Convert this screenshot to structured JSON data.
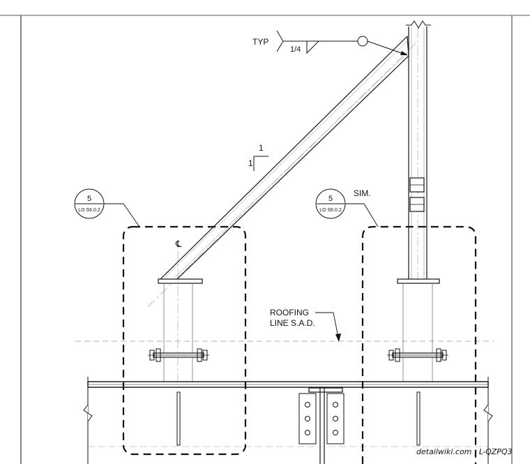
{
  "annotations": {
    "weld_typ": "TYP",
    "weld_size": "1/4",
    "slope_rise": "1",
    "slope_run": "1",
    "centerline": "℄",
    "roofing_line_1": "ROOFING",
    "roofing_line_2": "LINE S.A.D."
  },
  "detail_callouts": [
    {
      "number": "5",
      "sheet": "LO S6.0.2",
      "note": ""
    },
    {
      "number": "5",
      "sheet": "LO S6.0.2",
      "note": "SIM."
    }
  ],
  "watermark": "detailwiki.com · L-QZPQ3",
  "colors": {
    "line": "#111111",
    "paper": "#ffffff",
    "hidden": "#999999"
  }
}
